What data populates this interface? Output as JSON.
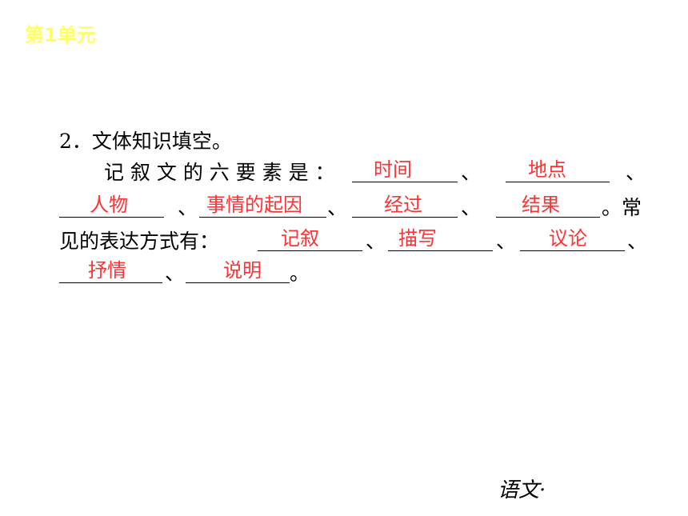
{
  "header": {
    "unit_label": "第1单元"
  },
  "question": {
    "title": "2．文体知识填空。",
    "line1_text": "记 叙 文 的 六 要 素 是 ：",
    "line2_tail": "。常",
    "line3_text": "见的表达方式有：",
    "sep": "、",
    "end_mark": "。",
    "answers": {
      "time": "时间",
      "place": "地点",
      "character": "人物",
      "cause": "事情的起因",
      "process": "经过",
      "result": "结果",
      "narration": "记叙",
      "description": "描写",
      "argument": "议论",
      "lyric": "抒情",
      "explanation": "说明"
    }
  },
  "footer": {
    "subject": "语文·"
  },
  "colors": {
    "unit_label": "#ffff66",
    "answer": "#ff3333",
    "text": "#000000",
    "background": "#ffffff"
  }
}
